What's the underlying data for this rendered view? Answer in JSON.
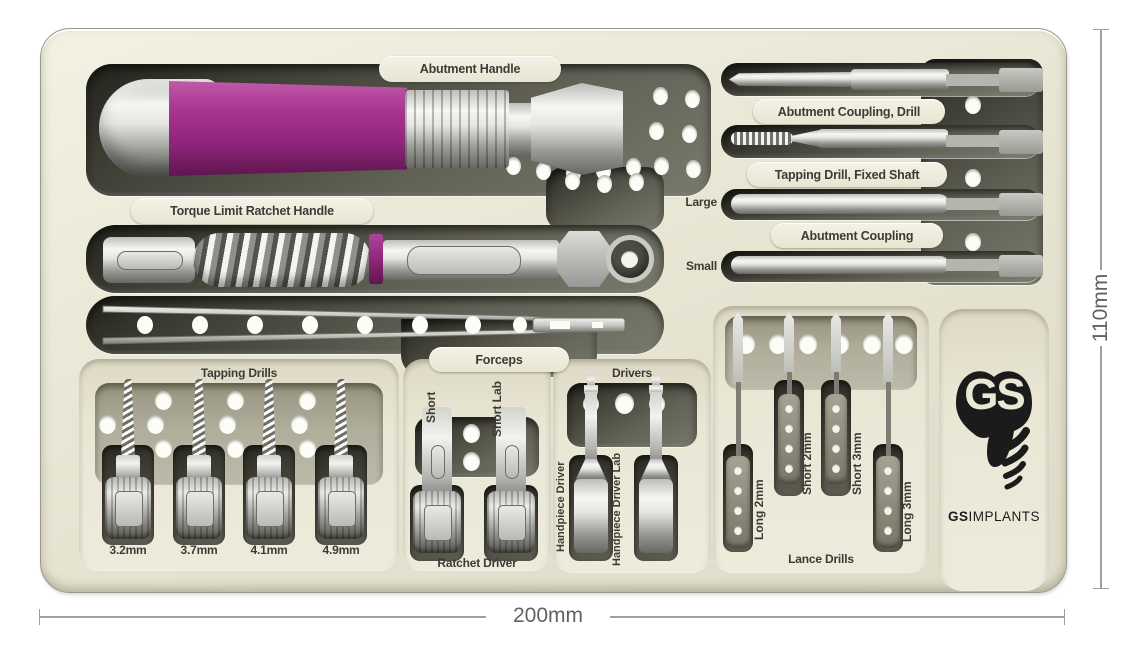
{
  "labels": {
    "abutment_handle": "Abutment Handle",
    "torque_ratchet": "Torque Limit Ratchet Handle",
    "forceps": "Forceps"
  },
  "tapping_drills": {
    "title": "Tapping Drills",
    "sizes": [
      "3.2mm",
      "3.7mm",
      "4.1mm",
      "4.9mm"
    ]
  },
  "ratchet_driver": {
    "title": "Ratchet Driver",
    "variant_1": "Short",
    "variant_2": "Short Lab"
  },
  "drivers": {
    "title": "Drivers",
    "variant_1": "Handpiece Driver",
    "variant_2": "Handpiece Driver Lab"
  },
  "lance_drills": {
    "title": "Lance Drills",
    "variants": [
      "Long 2mm",
      "Short 2mm",
      "Short 3mm",
      "Long 3mm"
    ]
  },
  "right_panel": {
    "label_1": "Abutment Coupling, Drill",
    "label_2": "Tapping Drill, Fixed Shaft",
    "label_3": "Abutment Coupling",
    "size_large": "Large",
    "size_small": "Small"
  },
  "logo": {
    "monogram": "GS",
    "brand_bold": "GS",
    "brand_rest": "IMPLANTS"
  },
  "dimensions": {
    "width_label": "200mm",
    "height_label": "110mm"
  },
  "colors": {
    "tray": "#e9e7d5",
    "recess_dark": "#3a3a31",
    "accent_magenta": "#972b82",
    "logo_black": "#1b1b1b"
  }
}
